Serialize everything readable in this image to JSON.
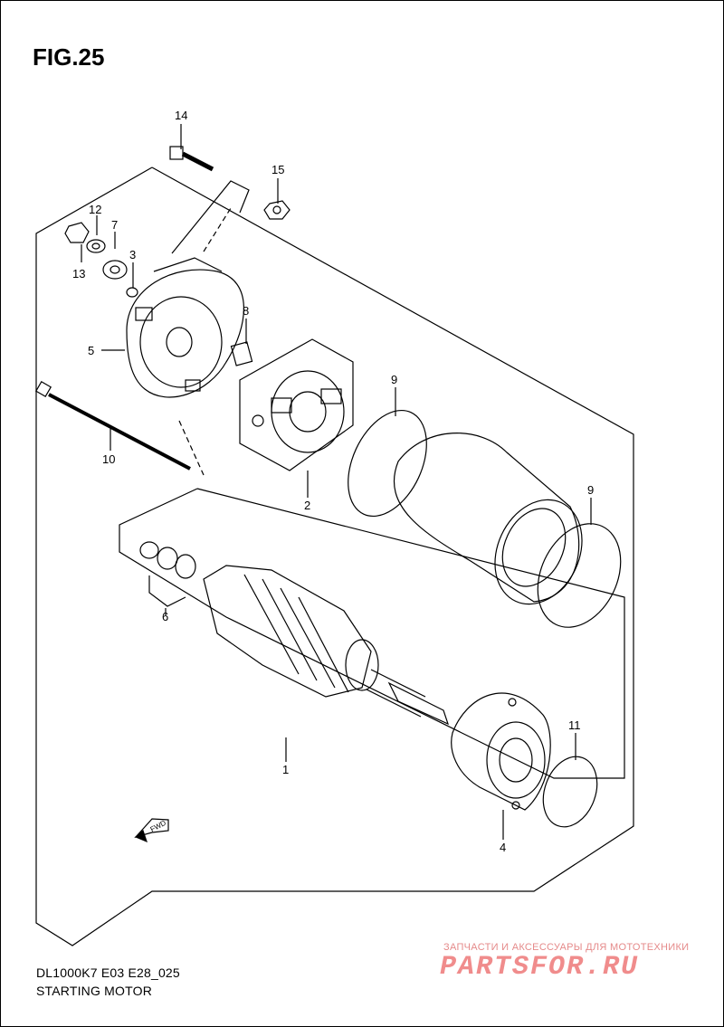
{
  "figure": {
    "title": "FIG.25",
    "model_code": "DL1000K7 E03 E28_025",
    "caption": "STARTING MOTOR"
  },
  "callouts": [
    "1",
    "2",
    "3",
    "4",
    "5",
    "6",
    "7",
    "8",
    "9",
    "9",
    "10",
    "11",
    "12",
    "13",
    "14",
    "15"
  ],
  "parts": {
    "p1": "1",
    "p2": "2",
    "p3": "3",
    "p4": "4",
    "p5": "5",
    "p6": "6",
    "p7": "7",
    "p8": "8",
    "p9a": "9",
    "p9b": "9",
    "p10": "10",
    "p11": "11",
    "p12": "12",
    "p13": "13",
    "p14": "14",
    "p15": "15"
  },
  "fwd_label": "FWD",
  "watermark": {
    "tagline": "ЗАПЧАСТИ И АКСЕССУАРЫ ДЛЯ МОТОТЕХНИКИ",
    "brand": "PARTSFOR.RU"
  }
}
